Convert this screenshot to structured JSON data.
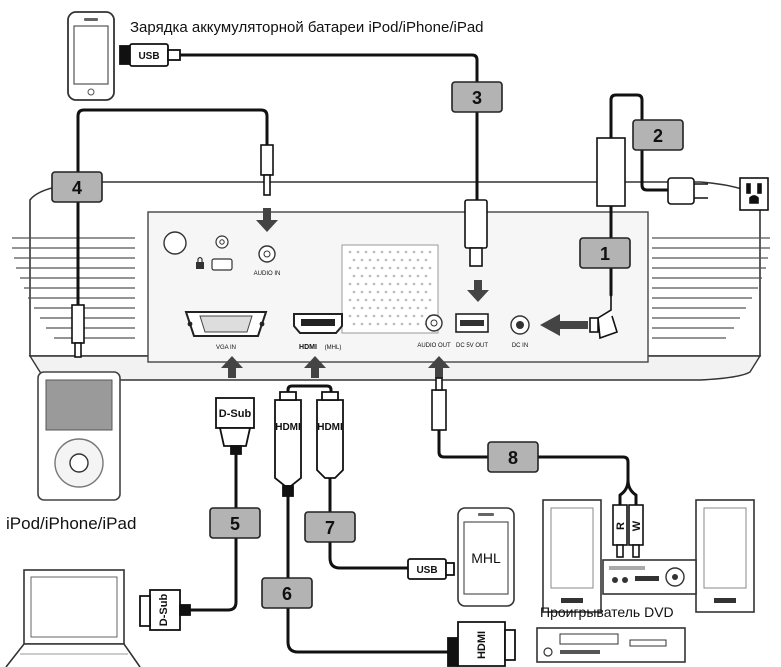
{
  "captions": {
    "charging": "Зарядка аккумуляторной батареи iPod/iPhone/iPad",
    "ipod": "iPod/iPhone/iPad",
    "dvd": "Проигрыватель DVD"
  },
  "connectors": {
    "usb": "USB",
    "dsub": "D-Sub",
    "hdmi": "HDMI",
    "mhl": "MHL",
    "rca_right": "R",
    "rca_left": "W"
  },
  "ports": {
    "audio_in": "AUDIO IN",
    "vga_in": "VGA IN",
    "hdmi_mhl": "(MHL)",
    "hdmi_logo": "HDMI",
    "audio_out": "AUDIO OUT",
    "dc_5v_out": "DC 5V OUT",
    "dc_in": "DC IN"
  },
  "cable_numbers": [
    "1",
    "2",
    "3",
    "4",
    "5",
    "6",
    "7",
    "8"
  ],
  "colors": {
    "cable": "#111111",
    "badge_fill": "#b3b3b3",
    "projector_body": "#ffffff",
    "projector_panel": "#f4f4f4",
    "line": "#333333"
  }
}
